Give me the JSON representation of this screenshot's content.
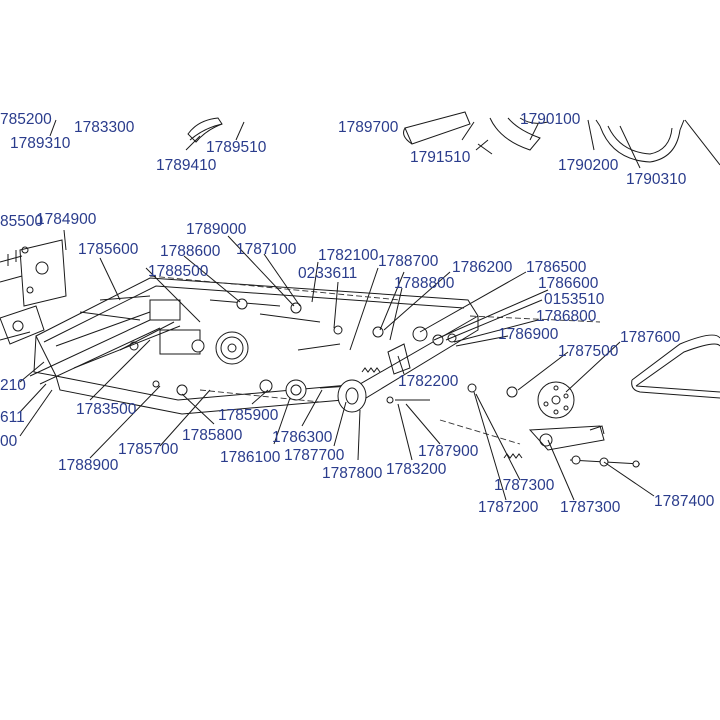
{
  "labels": {
    "l01": "785200",
    "l02": "1789310",
    "l03": "1783300",
    "l04": "1789410",
    "l05": "1789510",
    "l06": "1789700",
    "l07": "1791510",
    "l08": "1790100",
    "l09": "1790200",
    "l10": "1790310",
    "l11": "85500",
    "l12": "1784900",
    "l13": "1785600",
    "l14": "1789000",
    "l15": "1788600",
    "l16": "1787100",
    "l17": "1788500",
    "l18": "1782100",
    "l19": "1788700",
    "l20": "0233611",
    "l21": "1786200",
    "l22": "1786500",
    "l23": "1788800",
    "l24": "1786600",
    "l25": "0153510",
    "l26": "1786800",
    "l27": "1786900",
    "l28": "1787600",
    "l29": "1787500",
    "l30": "1782200",
    "l31": "210",
    "l32": "611",
    "l33": "00",
    "l34": "1783500",
    "l35": "1785900",
    "l36": "1785800",
    "l37": "1785700",
    "l38": "1786300",
    "l39": "1786100",
    "l40": "1787700",
    "l41": "1788900",
    "l42": "1787800",
    "l43": "1783200",
    "l44": "1787900",
    "l45": "1787300",
    "l46": "1787200",
    "l47": "1787300",
    "l48": "1787400"
  }
}
